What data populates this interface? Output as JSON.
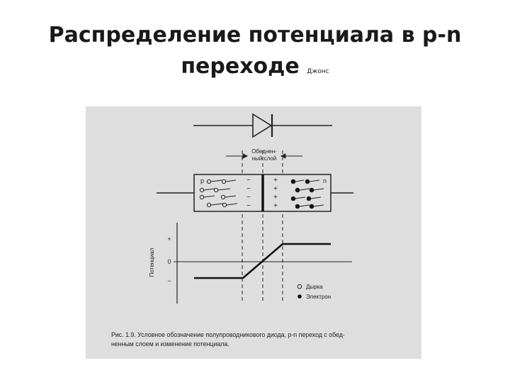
{
  "slide": {
    "title_line1": "Распределение потенциала в p-n",
    "title_line2": "переходе",
    "title_note": "Джонс"
  },
  "figure": {
    "depletion_label_line1": "Обеднен-",
    "depletion_label_line2": "ный слой",
    "p_label": "p",
    "n_label": "n",
    "minus_sign": "−",
    "plus_sign": "+",
    "axis_label": "Потенциал",
    "axis_plus": "+",
    "axis_zero": "0",
    "axis_minus": "−",
    "legend_hole": "Дырка",
    "legend_electron": "Электрон",
    "caption_line1": "Рис. 1.9. Условное обозначение полупроводникового диода, p-n переход с обед-",
    "caption_line2": "ненным слоем и изменение потенциала.",
    "colors": {
      "figure_bg": "#dedede",
      "line": "#222222"
    }
  }
}
